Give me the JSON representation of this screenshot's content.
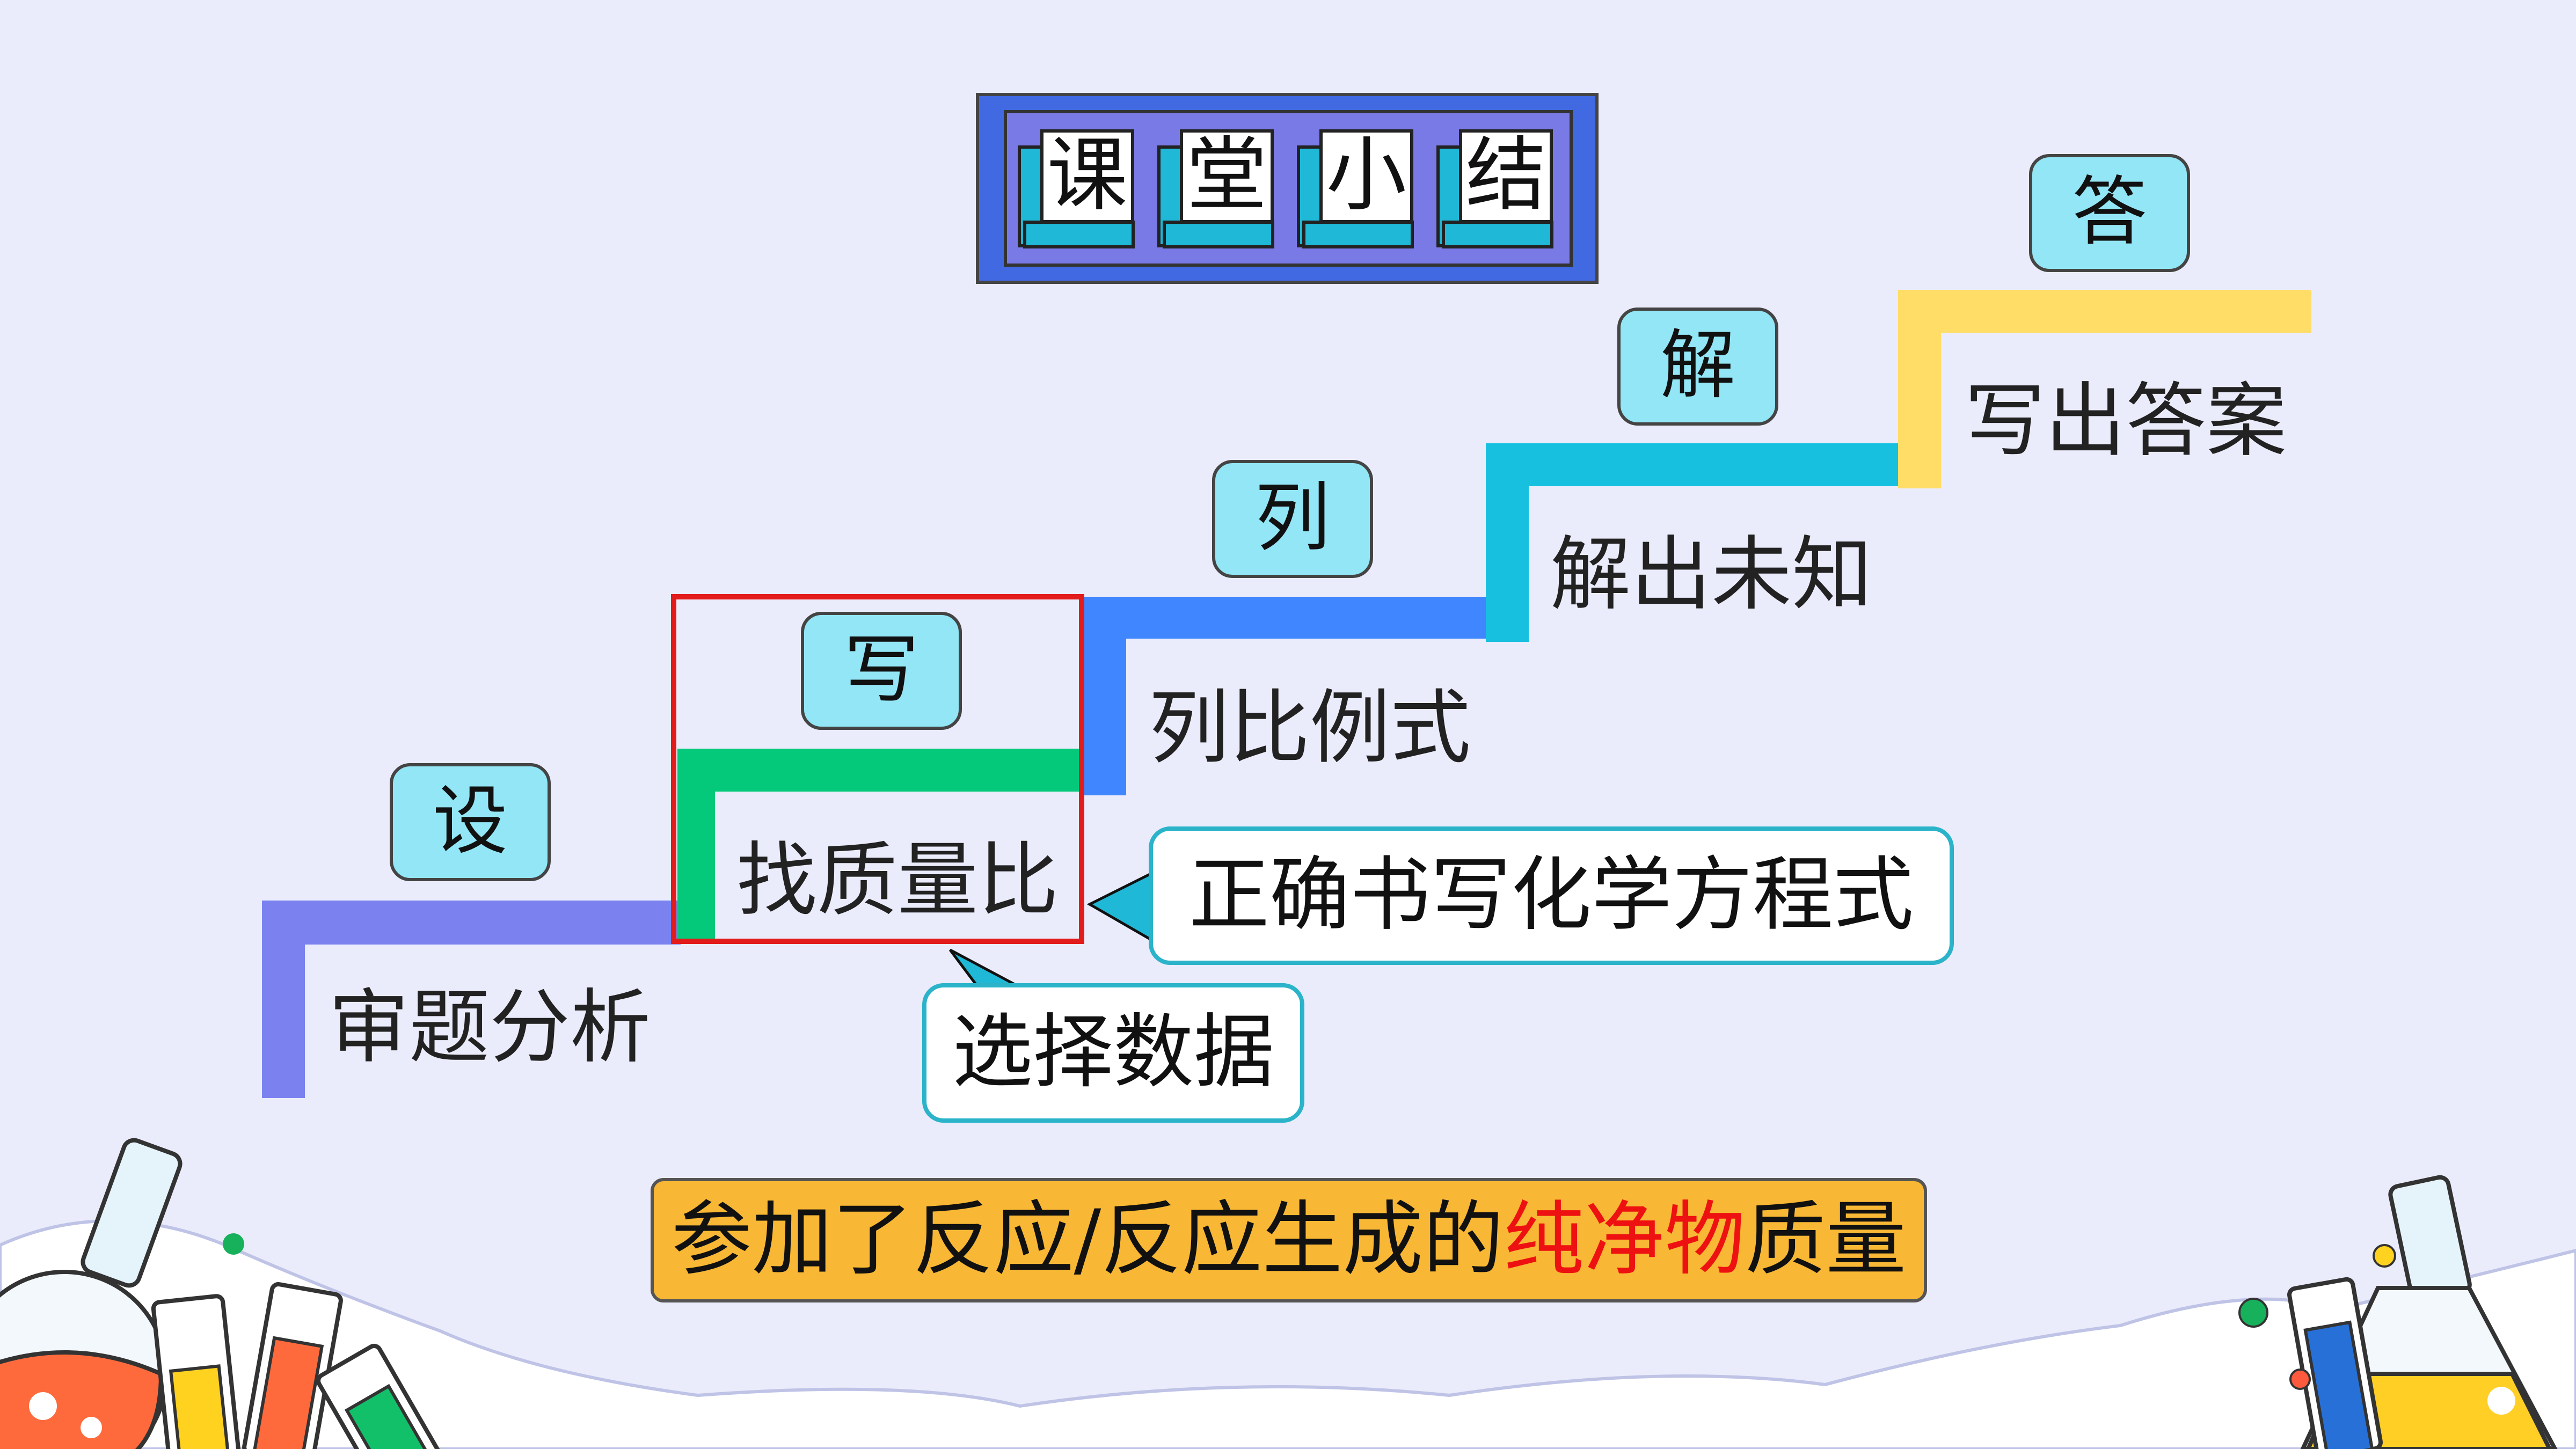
{
  "title": {
    "chars": [
      "课",
      "堂",
      "小",
      "结"
    ]
  },
  "steps": [
    {
      "label": "设",
      "text": "审题分析",
      "color": "#7b82f0"
    },
    {
      "label": "写",
      "text": "找质量比",
      "color": "#04c87a"
    },
    {
      "label": "列",
      "text": "列比例式",
      "color": "#3f86ff"
    },
    {
      "label": "解",
      "text": "解出未知",
      "color": "#18c0e0"
    },
    {
      "label": "答",
      "text": "写出答案",
      "color": "#ffdd66"
    }
  ],
  "callouts": {
    "equation": "正确书写化学方程式",
    "data": "选择数据"
  },
  "note": {
    "prefix": "参加了反应/反应生成的",
    "highlight": "纯净物",
    "suffix": "质量"
  },
  "colors": {
    "highlight_box": "#e21b1b",
    "note_bg": "#f8b734",
    "callout_border": "#2ab3c9"
  }
}
